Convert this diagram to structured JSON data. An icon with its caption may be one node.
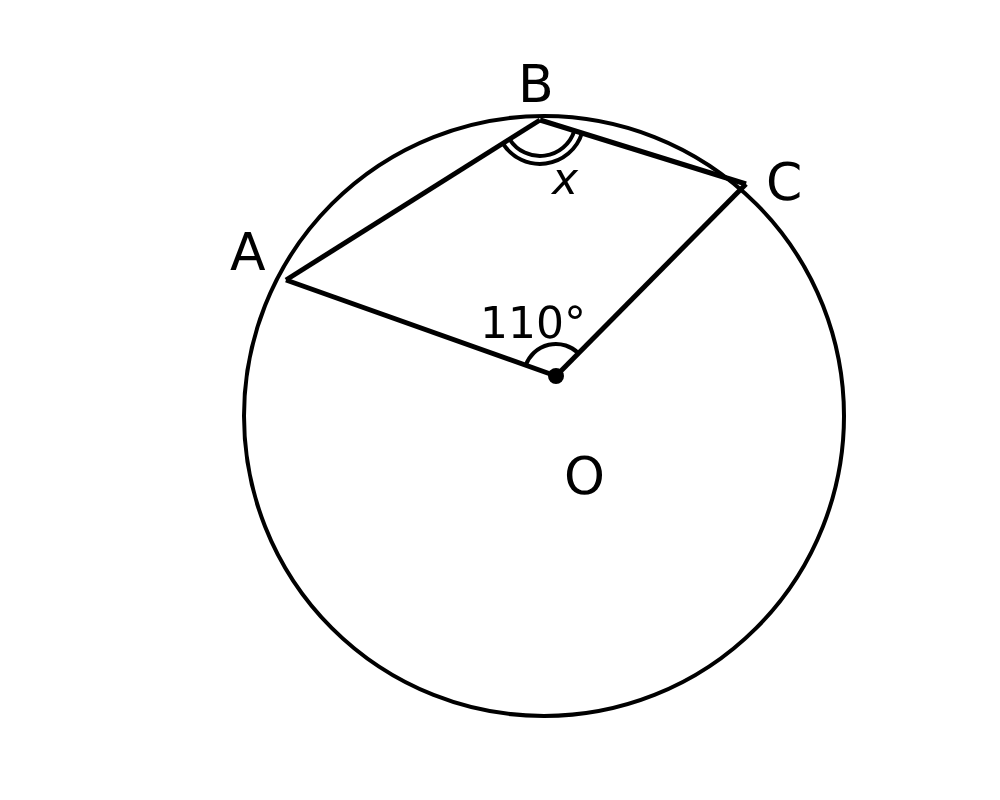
{
  "diagram": {
    "nodes": [
      {
        "text": [
          "A"
        ]
      },
      {
        "text": [
          "B"
        ]
      },
      {
        "text": [
          "C"
        ]
      },
      {
        "text": [
          "O"
        ]
      }
    ],
    "edges": [
      {
        "from": 0,
        "to": 1,
        "arrow": "none"
      },
      {
        "from": 1,
        "to": 2,
        "arrow": "none"
      },
      {
        "from": 2,
        "to": 3,
        "arrow": "none"
      },
      {
        "from": 3,
        "to": 0,
        "arrow": "none"
      }
    ],
    "labels": [
      "x",
      "110°"
    ]
  }
}
